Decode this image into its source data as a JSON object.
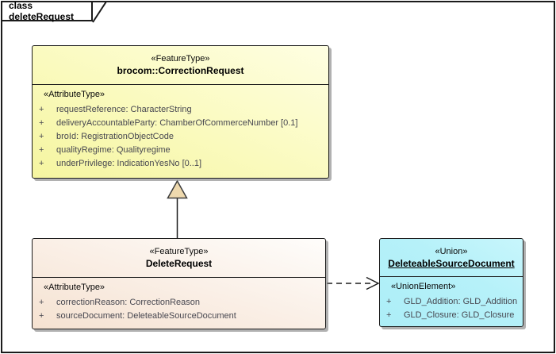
{
  "diagram": {
    "frame_label": "class deleteRequest"
  },
  "colors": {
    "feature_type_fill": "#F5F5A0",
    "feature_type_fill_light": "#FEFEE2",
    "delete_request_fill": "#F5E2D1",
    "delete_request_fill_light": "#FEFDFB",
    "union_fill": "#B2F0F8",
    "generalization_arrow_fill": "#EED9AE",
    "border": "#1C1C1C",
    "attribute_text": "#474750",
    "shadow": "#7D7D7D"
  },
  "classes": {
    "correction_request": {
      "stereotype": "«FeatureType»",
      "name": "brocom::CorrectionRequest",
      "section_stereotype": "«AttributeType»",
      "attributes": [
        {
          "vis": "+",
          "text": "requestReference: CharacterString"
        },
        {
          "vis": "+",
          "text": "deliveryAccountableParty: ChamberOfCommerceNumber [0.1]"
        },
        {
          "vis": "+",
          "text": "broId: RegistrationObjectCode"
        },
        {
          "vis": "+",
          "text": "qualityRegime: Qualityregime"
        },
        {
          "vis": "+",
          "text": "underPrivilege: IndicationYesNo [0..1]"
        }
      ]
    },
    "delete_request": {
      "stereotype": "«FeatureType»",
      "name": "DeleteRequest",
      "section_stereotype": "«AttributeType»",
      "attributes": [
        {
          "vis": "+",
          "text": "correctionReason: CorrectionReason"
        },
        {
          "vis": "+",
          "text": "sourceDocument: DeleteableSourceDocument"
        }
      ]
    },
    "deleteable_source_document": {
      "stereotype": "«Union»",
      "name": "DeleteableSourceDocument",
      "section_stereotype": "«UnionElement»",
      "attributes": [
        {
          "vis": "+",
          "text": "GLD_Addition: GLD_Addition"
        },
        {
          "vis": "+",
          "text": "GLD_Closure: GLD_Closure"
        }
      ]
    }
  },
  "connectors": [
    {
      "type": "generalization",
      "from": "DeleteRequest",
      "to": "brocom::CorrectionRequest"
    },
    {
      "type": "dependency",
      "from": "DeleteRequest",
      "to": "DeleteableSourceDocument"
    }
  ]
}
